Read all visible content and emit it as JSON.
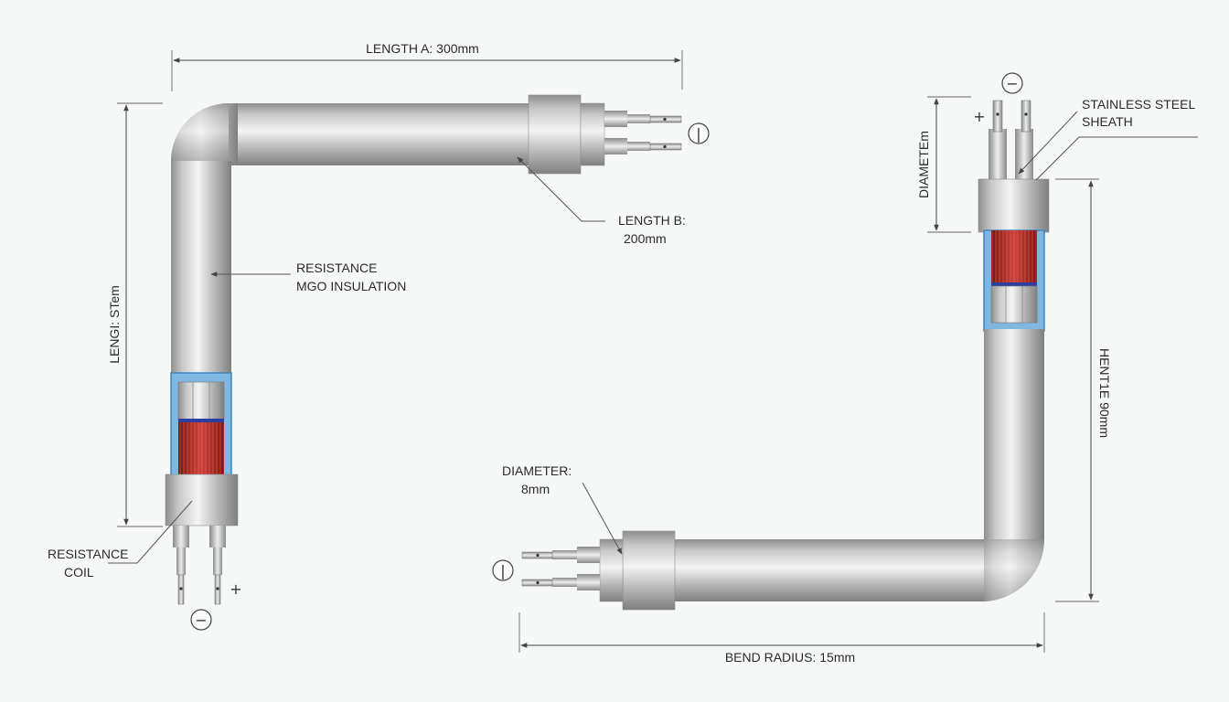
{
  "labels": {
    "length_a": "LENGTH A: 300mm",
    "length_b_line1": "LENGTH B:",
    "length_b_line2": "200mm",
    "resistance_mgo_line1": "RESISTANCE",
    "resistance_mgo_line2": "MGO INSULATION",
    "length_left": "LENGI: STem",
    "resistance_coil_line1": "RESISTANCE",
    "resistance_coil_line2": "COIL",
    "diameter_line1": "DIAMETER:",
    "diameter_line2": "8mm",
    "bend_radius": "BEND RADIUS: 15mm",
    "diameter_vertical": "DIAMETEm",
    "stainless_line1": "STAINLESS STEEL",
    "stainless_line2": "SHEATH",
    "height_right": "HENT1E 90mm"
  },
  "terminal_marks": {
    "minus": "−",
    "plus": "+",
    "bar": "|"
  },
  "colors": {
    "background": "#f6f7f7",
    "steel_light": "#ececec",
    "steel_mid": "#c4c4c4",
    "steel_dark": "#8a8a8a",
    "insulation_blue": "#5aa3d8",
    "coil_red": "#b8302a",
    "line": "#444444"
  }
}
